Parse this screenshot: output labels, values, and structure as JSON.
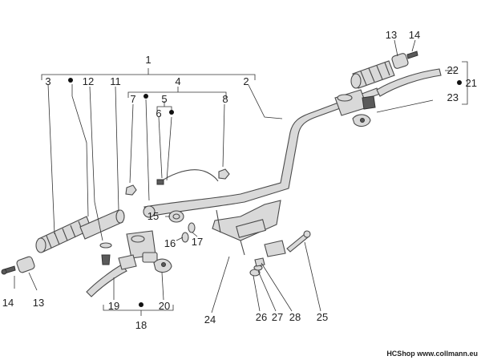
{
  "diagram": {
    "labels": {
      "l1": "1",
      "l2": "2",
      "l3": "3",
      "l4": "4",
      "l5": "5",
      "l6": "6",
      "l7": "7",
      "l8": "8",
      "l11": "11",
      "l12": "12",
      "l13a": "13",
      "l13b": "13",
      "l14a": "14",
      "l14b": "14",
      "l15": "15",
      "l16": "16",
      "l17": "17",
      "l18": "18",
      "l19": "19",
      "l20": "20",
      "l21": "21",
      "l22": "22",
      "l23": "23",
      "l24": "24",
      "l25": "25",
      "l26": "26",
      "l27": "27",
      "l28": "28"
    },
    "footer": "HCShop www.collmann.eu"
  }
}
